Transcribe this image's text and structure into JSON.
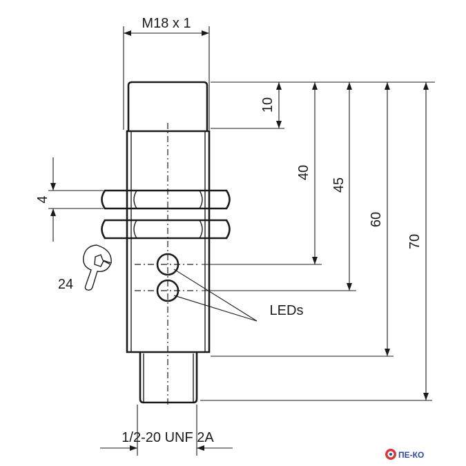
{
  "labels": {
    "thread_top": "M18 x 1",
    "thread_bottom": "1/2-20 UNF 2A",
    "dim_10": "10",
    "dim_40": "40",
    "dim_45": "45",
    "dim_60": "60",
    "dim_70": "70",
    "dim_4": "4",
    "wrench": "24",
    "leds": "LEDs"
  },
  "logo": {
    "text": "ПЕ-КО"
  },
  "colors": {
    "line": "#1a1a1a",
    "logo_blue": "#2a4a9a",
    "logo_red": "#d23a3a"
  }
}
